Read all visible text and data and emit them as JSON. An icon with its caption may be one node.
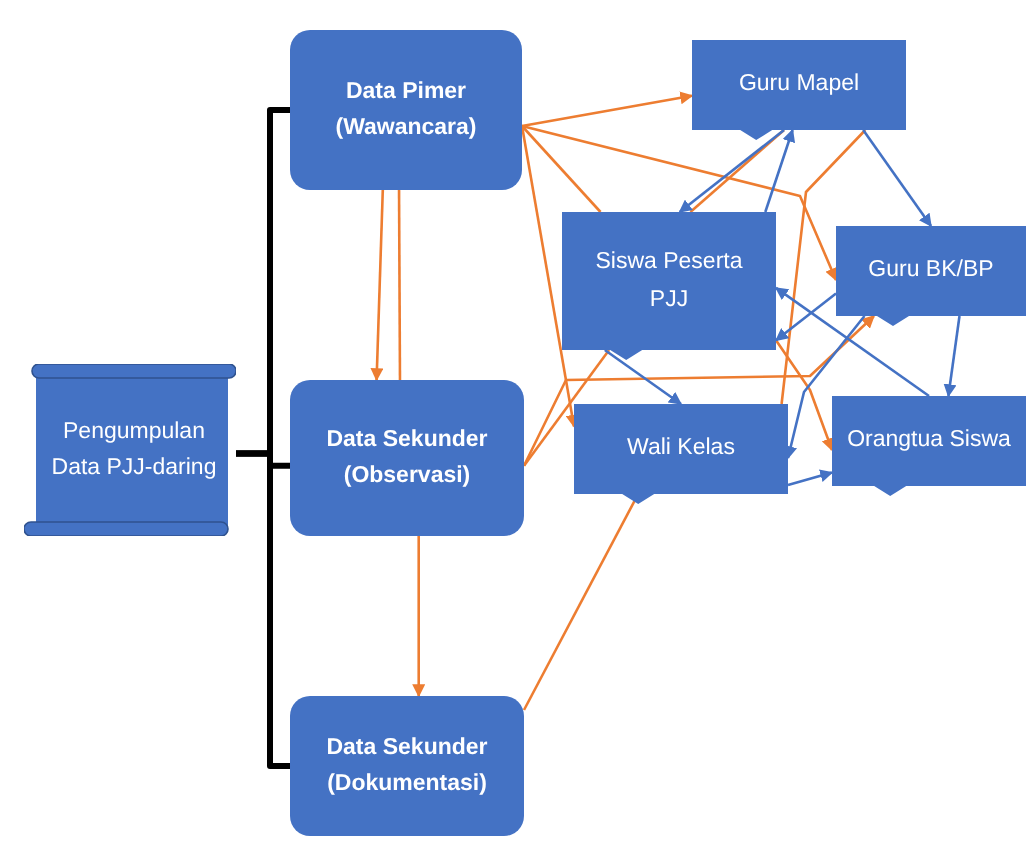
{
  "diagram": {
    "nodes": [
      {
        "text": [
          "Pengumpulan Data PJJ-daring"
        ]
      },
      {
        "text": [
          "Data Pimer (Wawancara)"
        ]
      },
      {
        "text": [
          "Data Sekunder (Observasi)"
        ]
      },
      {
        "text": [
          "Data Sekunder (Dokumentasi)"
        ]
      },
      {
        "text": [
          "Guru Mapel"
        ]
      },
      {
        "text": [
          "Siswa Peserta PJJ"
        ]
      },
      {
        "text": [
          "Guru BK/BP"
        ]
      },
      {
        "text": [
          "Wali Kelas"
        ]
      },
      {
        "text": [
          "Orangtua Siswa"
        ]
      }
    ],
    "edges": [
      {
        "from": 0,
        "to": 1,
        "arrow": "none",
        "style": "thick",
        "color": "#000000"
      },
      {
        "from": 0,
        "to": 2,
        "arrow": "none",
        "style": "thick",
        "color": "#000000"
      },
      {
        "from": 0,
        "to": 3,
        "arrow": "none",
        "style": "thick",
        "color": "#000000"
      },
      {
        "from": 1,
        "to": 2,
        "arrow": "to"
      },
      {
        "from": 1,
        "to": 2,
        "arrow": "none"
      },
      {
        "from": 2,
        "to": 3,
        "arrow": "to"
      },
      {
        "from": 1,
        "to": 4,
        "arrow": "to"
      },
      {
        "from": 1,
        "to": 5,
        "arrow": "none"
      },
      {
        "from": 1,
        "to": 6,
        "arrow": "to"
      },
      {
        "from": 1,
        "to": 7,
        "arrow": "to"
      },
      {
        "from": 2,
        "to": 5,
        "arrow": "none"
      },
      {
        "from": 2,
        "to": 6,
        "arrow": "to"
      },
      {
        "from": 3,
        "to": 7,
        "arrow": "none"
      },
      {
        "from": 7,
        "to": 4,
        "arrow": "none"
      },
      {
        "from": 5,
        "to": 4,
        "arrow": "none"
      },
      {
        "from": 5,
        "to": 8,
        "arrow": "to"
      },
      {
        "from": 4,
        "to": 5,
        "arrow": "to",
        "color": "#4472c4"
      },
      {
        "from": 5,
        "to": 4,
        "arrow": "to",
        "color": "#4472c4"
      },
      {
        "from": 4,
        "to": 6,
        "arrow": "to",
        "color": "#4472c4"
      },
      {
        "from": 6,
        "to": 5,
        "arrow": "to",
        "color": "#4472c4"
      },
      {
        "from": 8,
        "to": 5,
        "arrow": "to",
        "color": "#4472c4"
      },
      {
        "from": 5,
        "to": 7,
        "arrow": "to",
        "color": "#4472c4"
      },
      {
        "from": 6,
        "to": 8,
        "arrow": "to",
        "color": "#4472c4"
      },
      {
        "from": 6,
        "to": 7,
        "arrow": "to",
        "color": "#4472c4"
      },
      {
        "from": 7,
        "to": 8,
        "arrow": "to",
        "color": "#4472c4"
      }
    ]
  }
}
